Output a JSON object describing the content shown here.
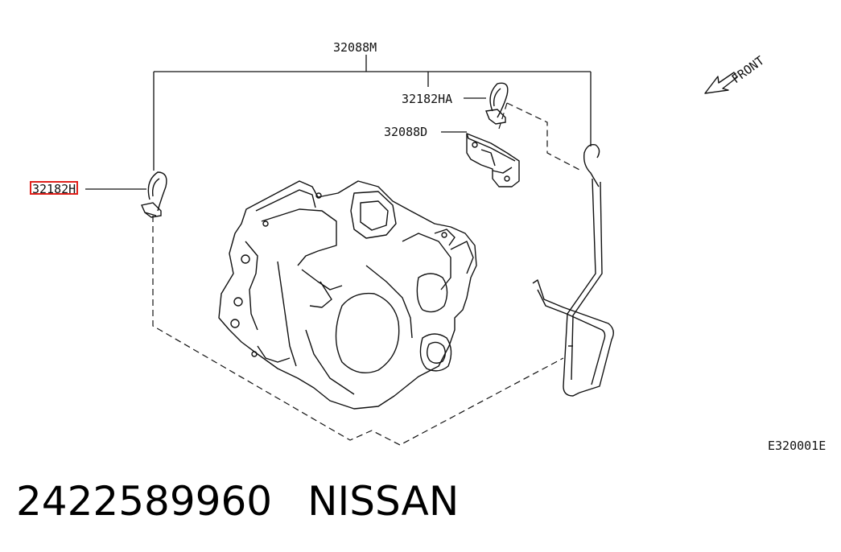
{
  "diagram": {
    "callouts": {
      "assembly": "32088M",
      "hose_clamp_a": "32182HA",
      "bracket": "32088D",
      "hose_clamp": "32182H",
      "front_label": "FRONT",
      "diagram_code": "E320001E"
    },
    "highlight_color": "#e0201b"
  },
  "footer": {
    "part_number": "2422589960",
    "brand": "NISSAN"
  }
}
